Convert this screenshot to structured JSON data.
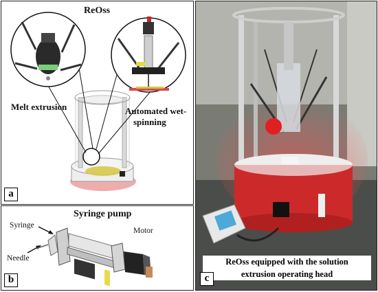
{
  "panel_a": {
    "letter": "a",
    "title": "ReOss",
    "label_left": "Melt extrusion",
    "label_right_line1": "Automated wet-",
    "label_right_line2": "spinning"
  },
  "panel_b": {
    "letter": "b",
    "title": "Syringe pump",
    "label_syringe": "Syringe",
    "label_needle": "Needle",
    "label_motor": "Motor"
  },
  "panel_c": {
    "letter": "c",
    "caption_line1": "ReOss equipped with the solution",
    "caption_line2": "extrusion operating head"
  }
}
